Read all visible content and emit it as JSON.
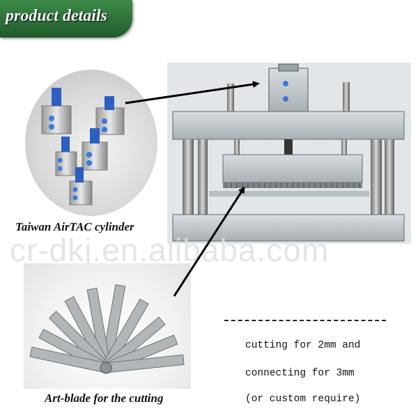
{
  "banner": {
    "title": "product details"
  },
  "captions": {
    "cylinder": "Taiwan AirTAC cylinder",
    "blade": "Art-blade for the cutting"
  },
  "watermark": "cr-dkj.en.alibaba.com",
  "specs": {
    "line1": "cutting for 2mm and",
    "line2": "connecting for 3mm",
    "line3": "(or custom require)"
  },
  "colors": {
    "banner": "#2e7a3c",
    "arrow": "#000000"
  }
}
